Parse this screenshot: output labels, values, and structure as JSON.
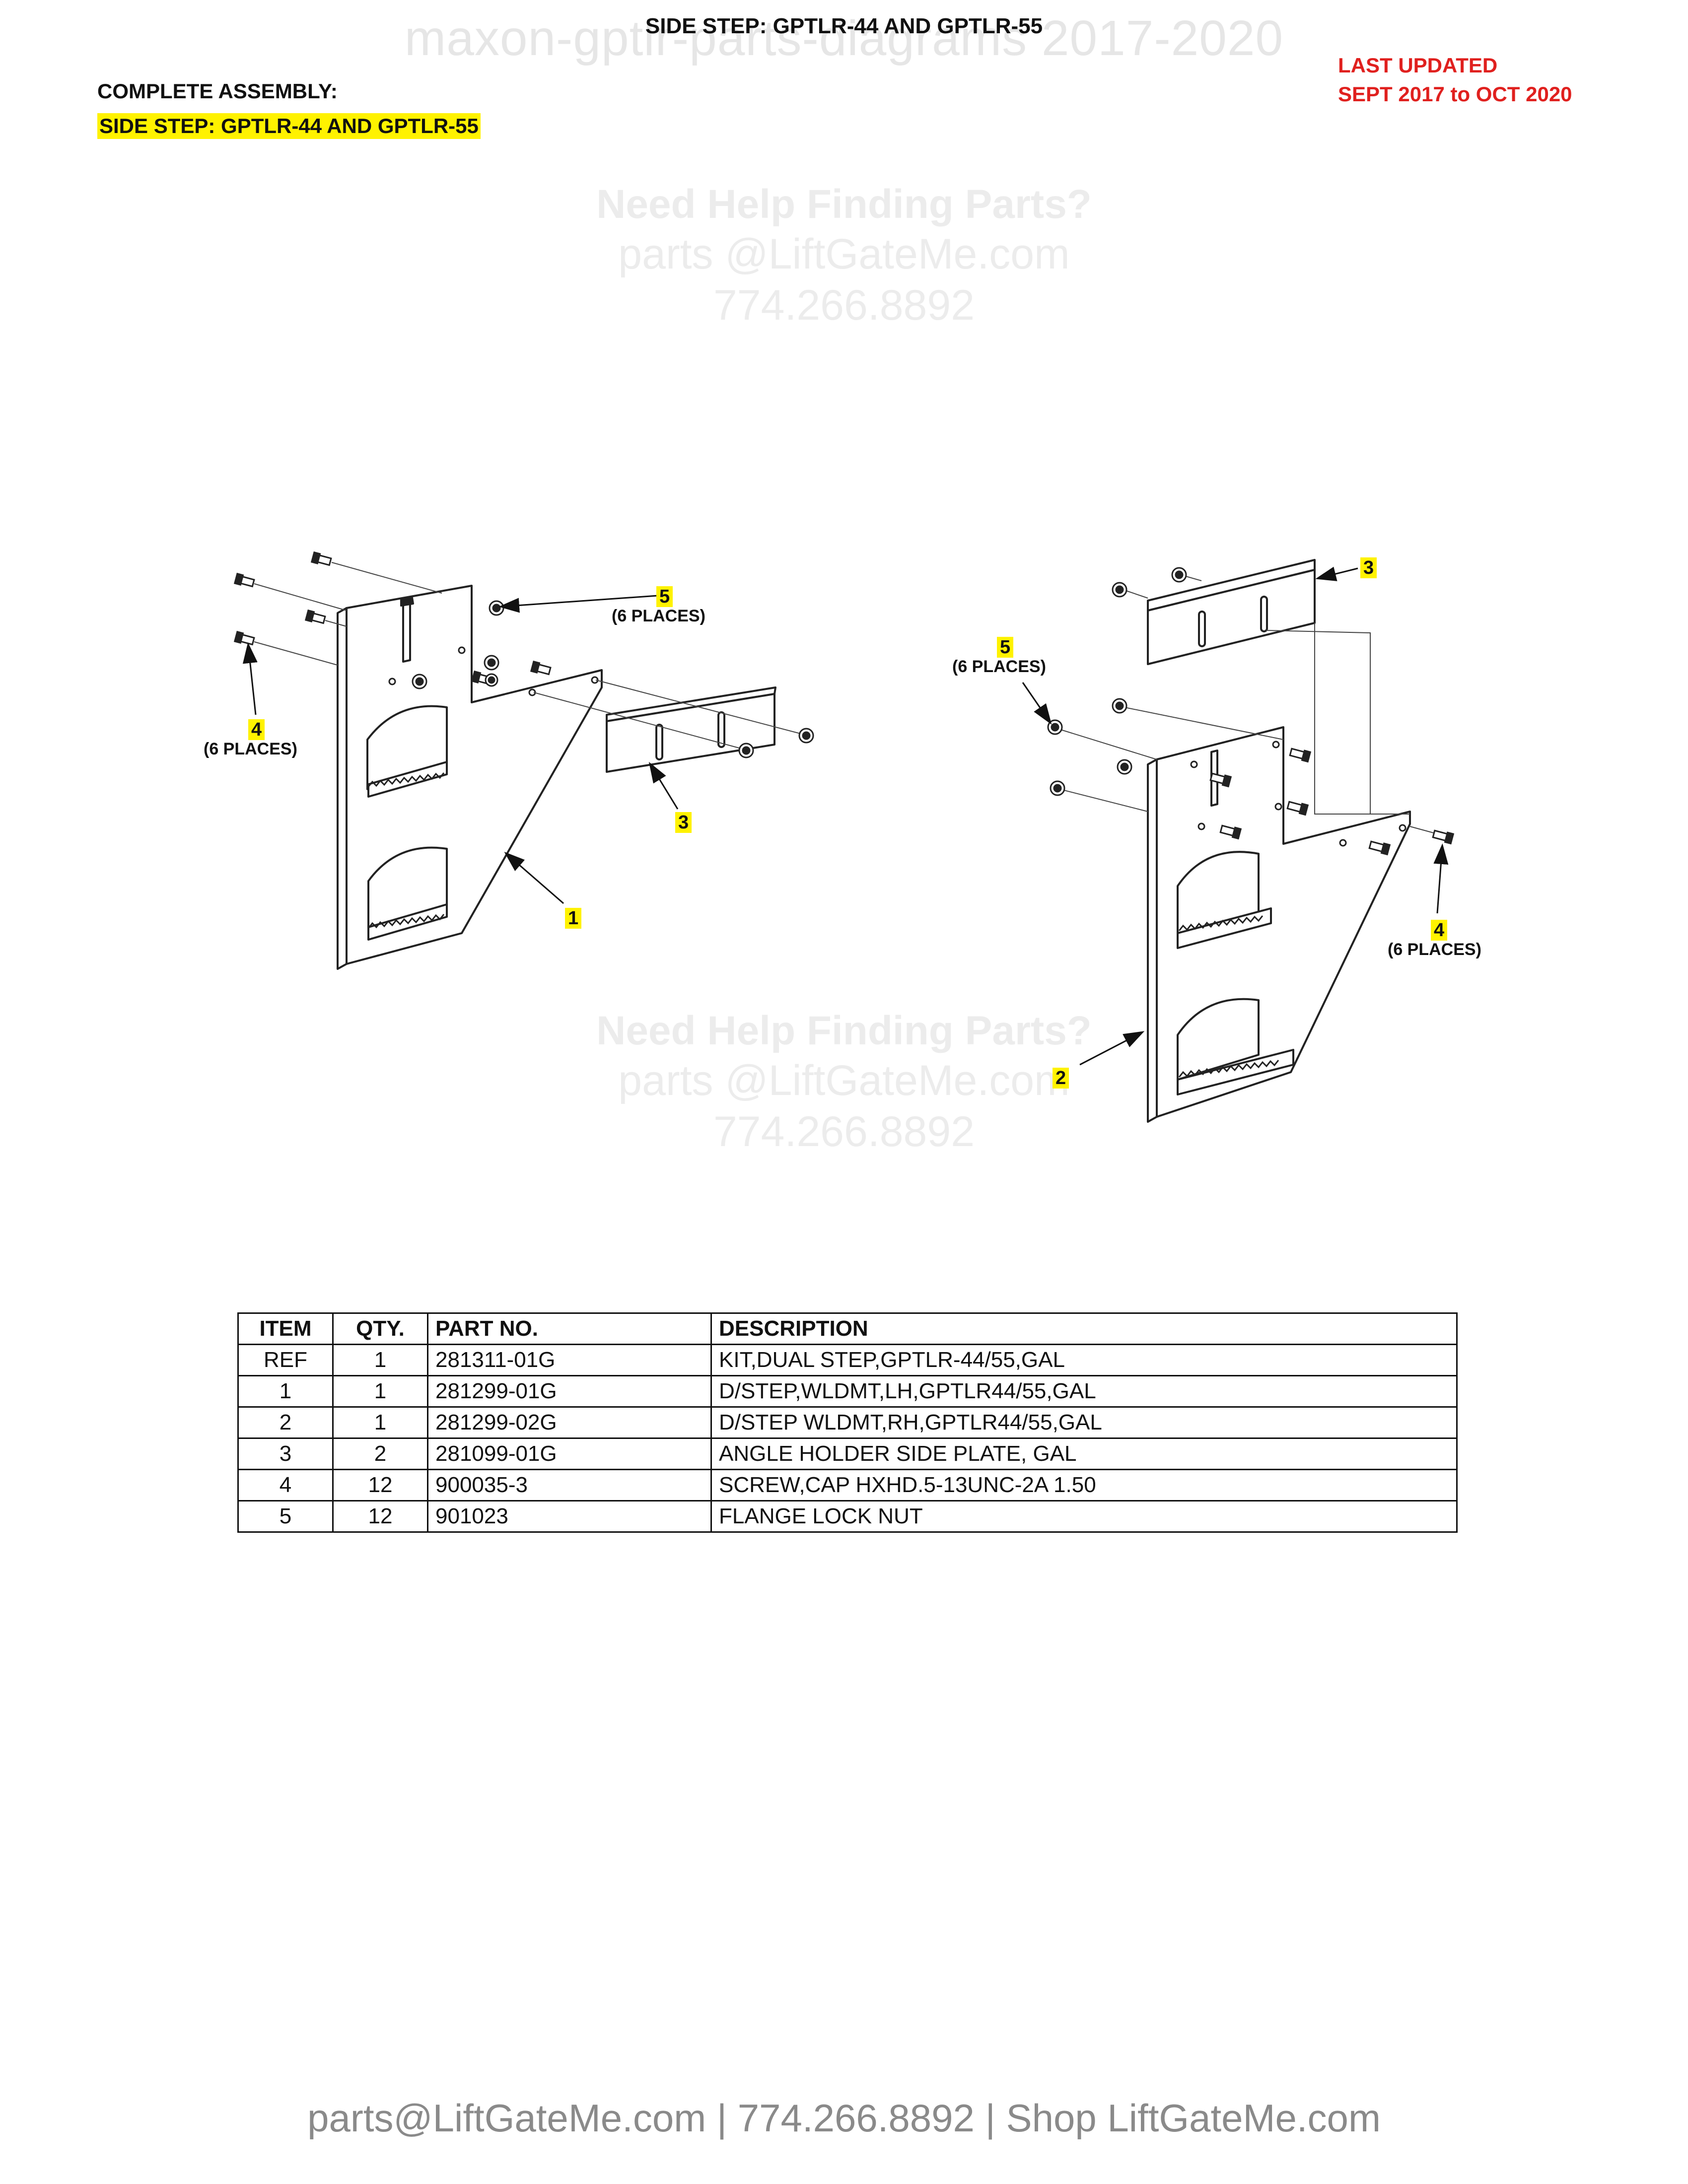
{
  "header": {
    "watermark": "maxon-gptlr-parts-diagrams 2017-2020",
    "title": "SIDE STEP: GPTLR-44 AND GPTLR-55",
    "last_updated_line1": "LAST UPDATED",
    "last_updated_line2": "SEPT 2017 to OCT 2020",
    "assembly_label": "COMPLETE ASSEMBLY:",
    "assembly_name": "SIDE STEP: GPTLR-44 AND GPTLR-55"
  },
  "watermarks": {
    "help": "Need Help Finding Parts?",
    "email": "parts @LiftGateMe.com",
    "phone": "774.266.8892"
  },
  "callouts": {
    "item5_left": "5",
    "item5_left_places": "(6 PLACES)",
    "item4_left": "4",
    "item4_left_places": "(6 PLACES)",
    "item3_left": "3",
    "item1": "1",
    "item3_right": "3",
    "item5_right": "5",
    "item5_right_places": "(6 PLACES)",
    "item4_right": "4",
    "item4_right_places": "(6 PLACES)",
    "item2": "2"
  },
  "parts_table": {
    "headers": [
      "ITEM",
      "QTY.",
      "PART NO.",
      "DESCRIPTION"
    ],
    "rows": [
      [
        "REF",
        "1",
        "281311-01G",
        "KIT,DUAL STEP,GPTLR-44/55,GAL"
      ],
      [
        "1",
        "1",
        "281299-01G",
        "D/STEP,WLDMT,LH,GPTLR44/55,GAL"
      ],
      [
        "2",
        "1",
        "281299-02G",
        "D/STEP WLDMT,RH,GPTLR44/55,GAL"
      ],
      [
        "3",
        "2",
        "281099-01G",
        "ANGLE HOLDER SIDE PLATE, GAL"
      ],
      [
        "4",
        "12",
        "900035-3",
        "SCREW,CAP HXHD.5-13UNC-2A 1.50"
      ],
      [
        "5",
        "12",
        "901023",
        "FLANGE LOCK NUT"
      ]
    ]
  },
  "footer": "parts@LiftGateMe.com | 774.266.8892 | Shop LiftGateMe.com"
}
